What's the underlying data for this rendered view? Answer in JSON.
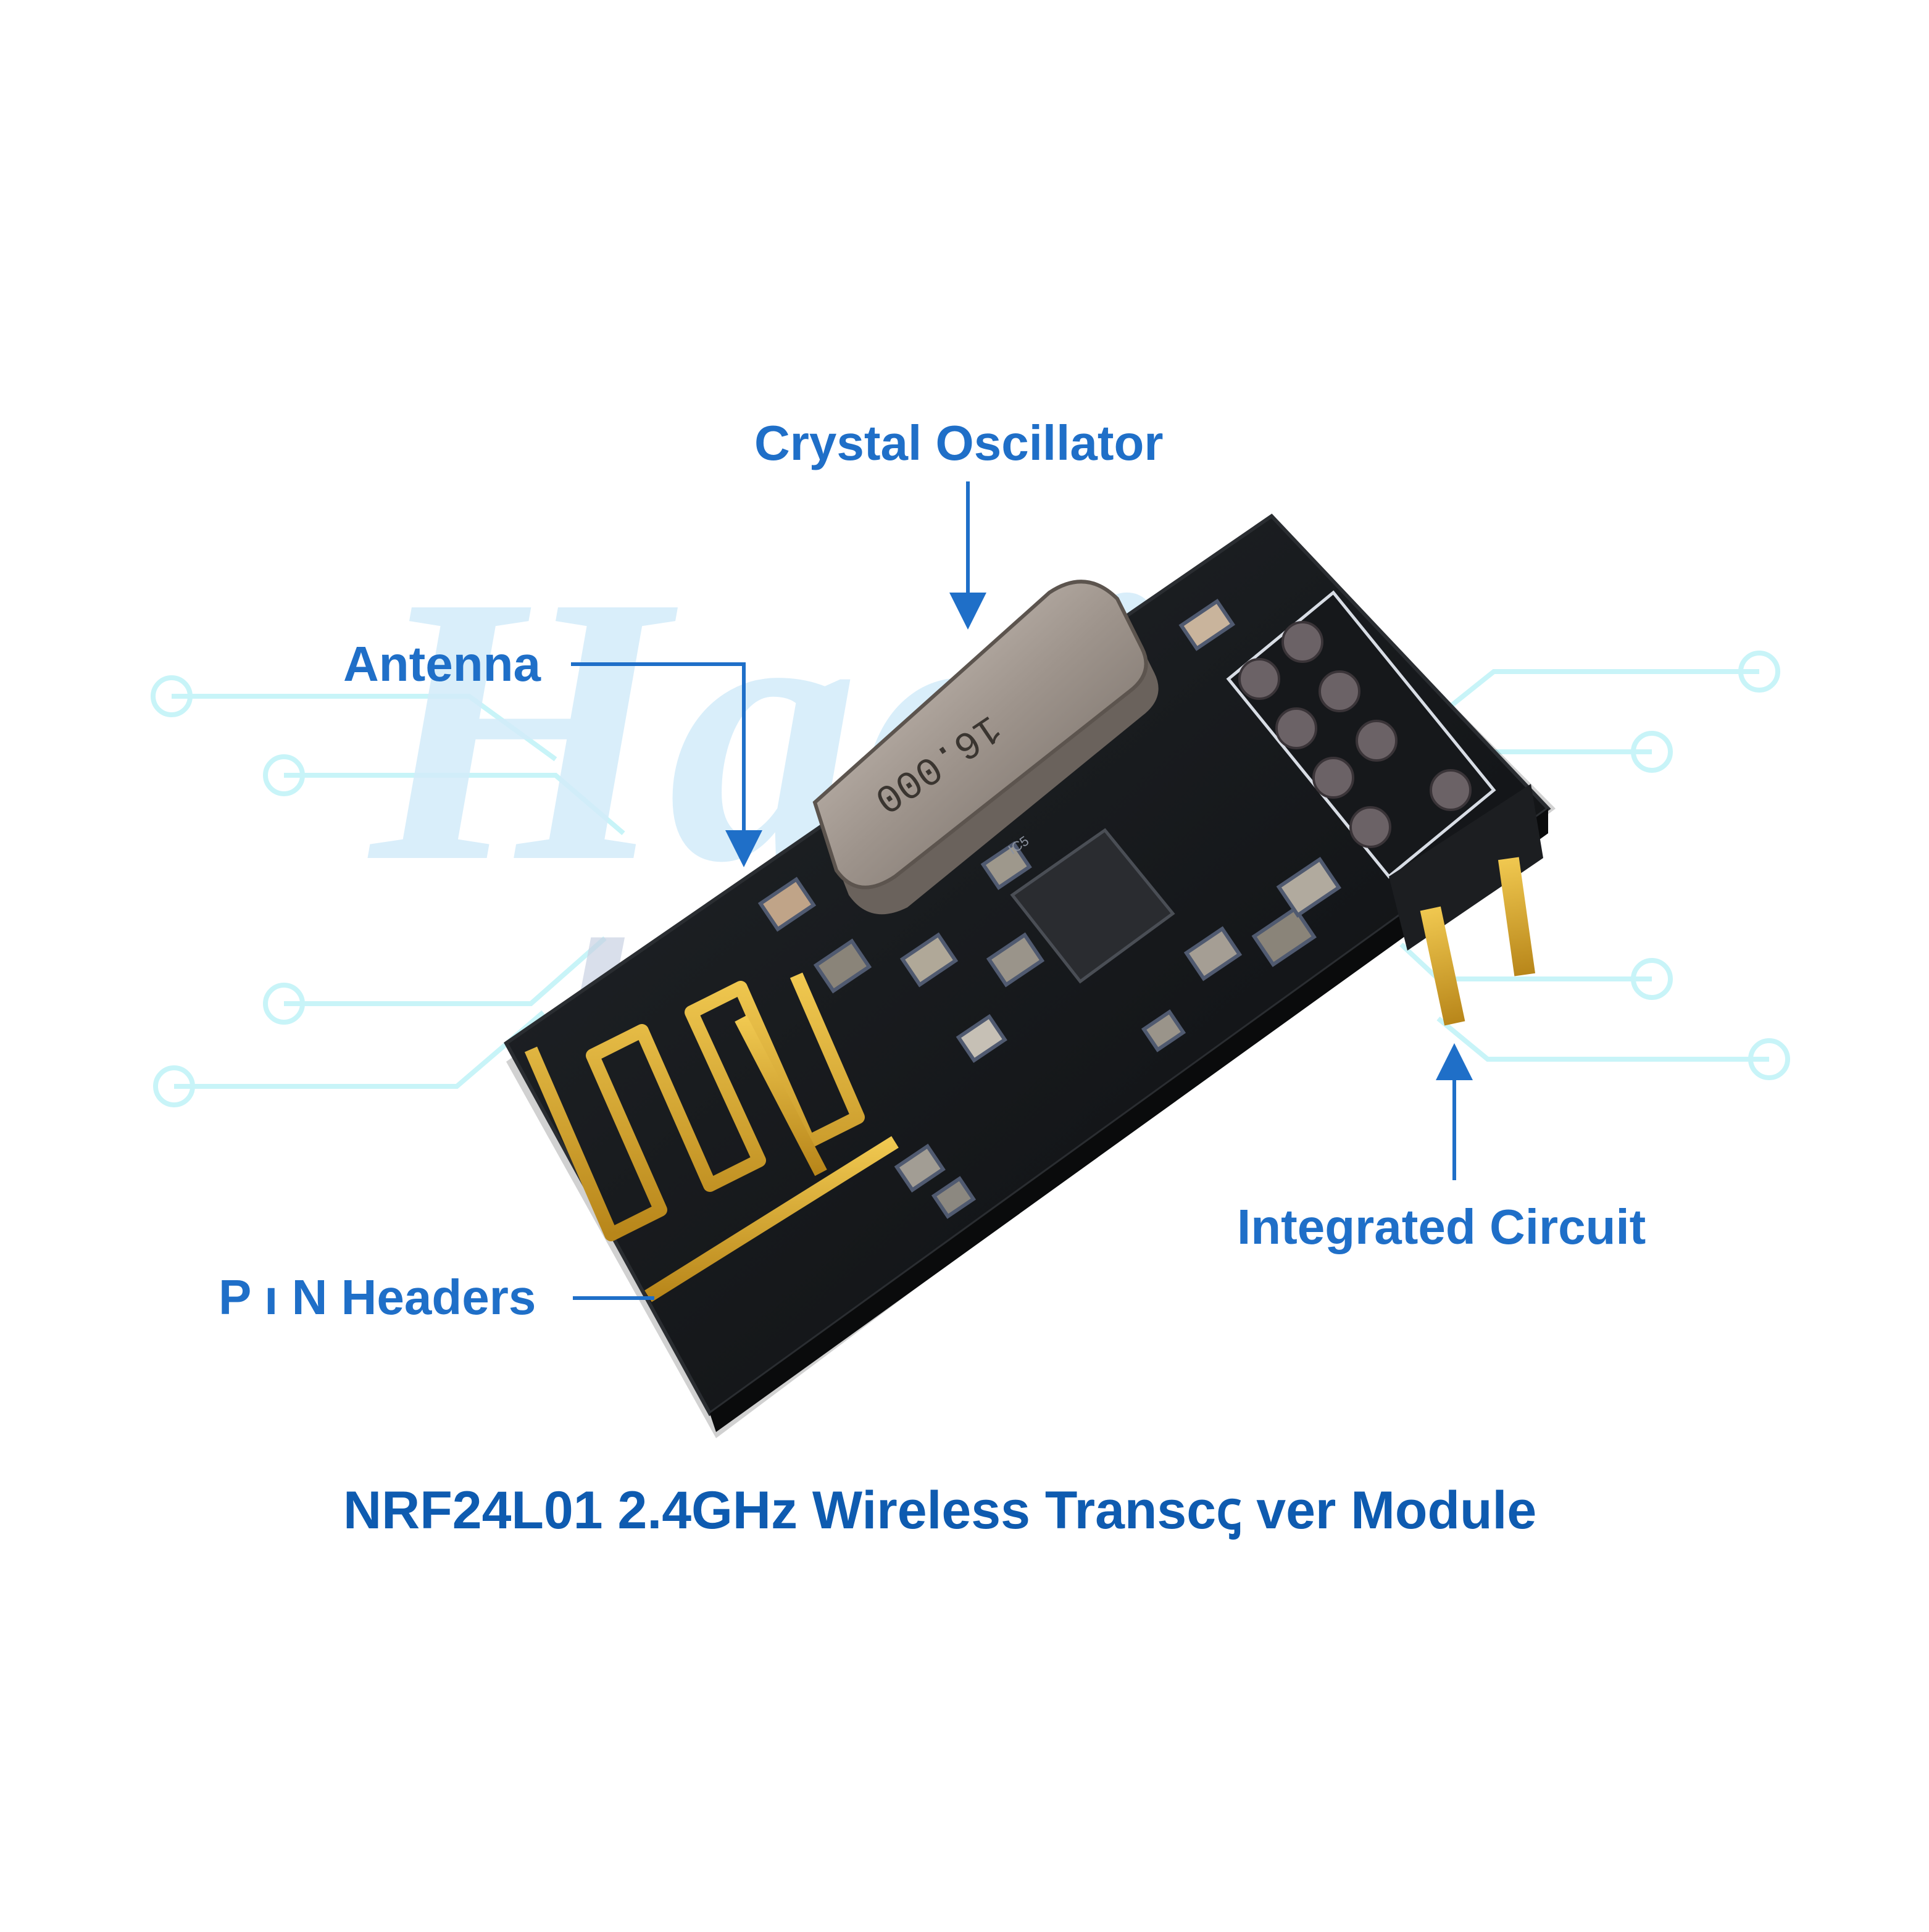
{
  "labels": {
    "crystal": "Crystal Oscillator",
    "antenna": "Antenna",
    "pin_headers": "P ı N Headers",
    "integrated_circuit": "Integrated Circuit"
  },
  "title": "NRF24L01 2.4GHz Wireless Transcꞔ ver Module",
  "watermark": {
    "line1": "Hagi",
    "line2": "Index"
  },
  "crystal_marking": "16.000",
  "ic_marking": "IC5",
  "colors": {
    "label": "#1f6fc8",
    "title": "#0e5bb0",
    "pcb": "#131518",
    "antenna_trace": "#e0b12a",
    "circuit_lines": "#c8f4f8",
    "watermark": "#cfe9f8"
  }
}
